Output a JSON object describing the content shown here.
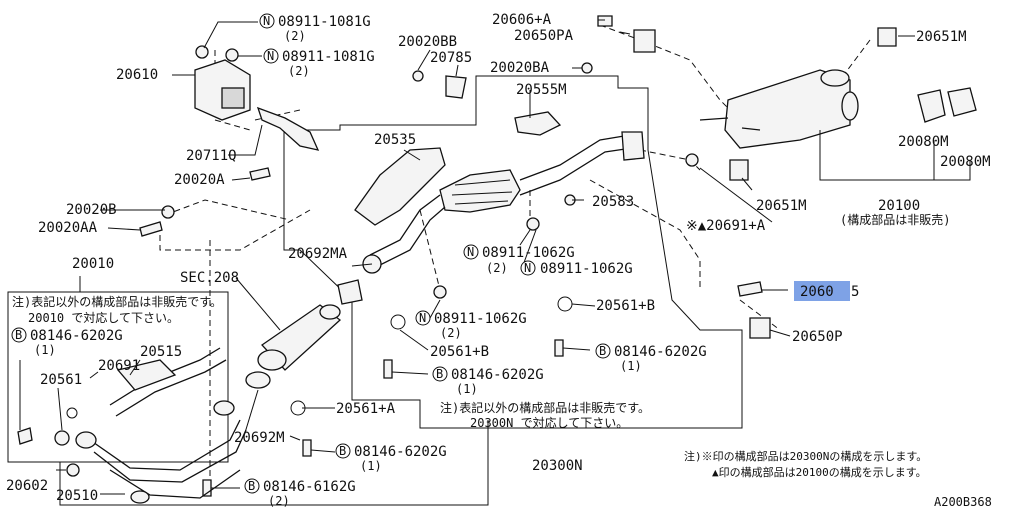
{
  "labels": {
    "p20606a": "20606+A",
    "p20650pa": "20650PA",
    "p20651m_top": "20651M",
    "p08911_1081g_a": "08911-1081G",
    "qty_2_a": "(2)",
    "p08911_1081g_b": "08911-1081G",
    "qty_2_b": "(2)",
    "p20020bb": "20020BB",
    "p20785": "20785",
    "p20610": "20610",
    "p20020ba": "20020BA",
    "p20555m": "20555M",
    "p20535": "20535",
    "p20711q": "20711Q",
    "p20020a": "20020A",
    "p20080m_a": "20080M",
    "p20080m_b": "20080M",
    "p20651m_mid": "20651M",
    "p20100": "20100",
    "p20100_note": "(構成部品は非販売)",
    "p20691a": "※▲20691+A",
    "p20583": "20583",
    "p20020b": "20020B",
    "p20020aa": "20020AA",
    "p08911_1062g_a": "08911-1062G",
    "qty_2_c": "(2)",
    "p08911_1062g_b": "08911-1062G",
    "p20692ma": "20692MA",
    "p20010": "20010",
    "sec208": "SEC.208",
    "p20605_highlight": "2060",
    "p20605_tail": "5",
    "p20650p": "20650P",
    "note_left_1": "注)表記以外の構成部品は非販売です。",
    "note_left_2": "20010 で対応して下さい。",
    "p08146_6202g_a": "08146-6202G",
    "qty_1_a": "(1)",
    "p20515": "20515",
    "p20691": "20691",
    "p20561": "20561",
    "p20561b_a": "20561+B",
    "p08911_1062g_c": "08911-1062G",
    "qty_2_d": "(2)",
    "p20561b_b": "20561+B",
    "p08146_6202g_b": "08146-6202G",
    "qty_1_b": "(1)",
    "p08146_6202g_c": "08146-6202G",
    "qty_1_c": "(1)",
    "p20561a": "20561+A",
    "note_mid_1": "注)表記以外の構成部品は非販売です。",
    "note_mid_2": "20300N で対応して下さい。",
    "p20692m": "20692M",
    "p08146_6202g_d": "08146-6202G",
    "qty_1_d": "(1)",
    "p20300n": "20300N",
    "p20602": "20602",
    "p20510": "20510",
    "p08146_6162g": "08146-6162G",
    "qty_2_e": "(2)",
    "note_right_1": "注)※印の構成部品は20300Nの構成を示します。",
    "note_right_2": "▲印の構成部品は20100の構成を示します。",
    "diagram_code": "A200B368"
  },
  "symbols": {
    "n_mark": "N",
    "b_mark": "B"
  },
  "colors": {
    "highlight": "#7ea2e6",
    "line": "#111111"
  }
}
